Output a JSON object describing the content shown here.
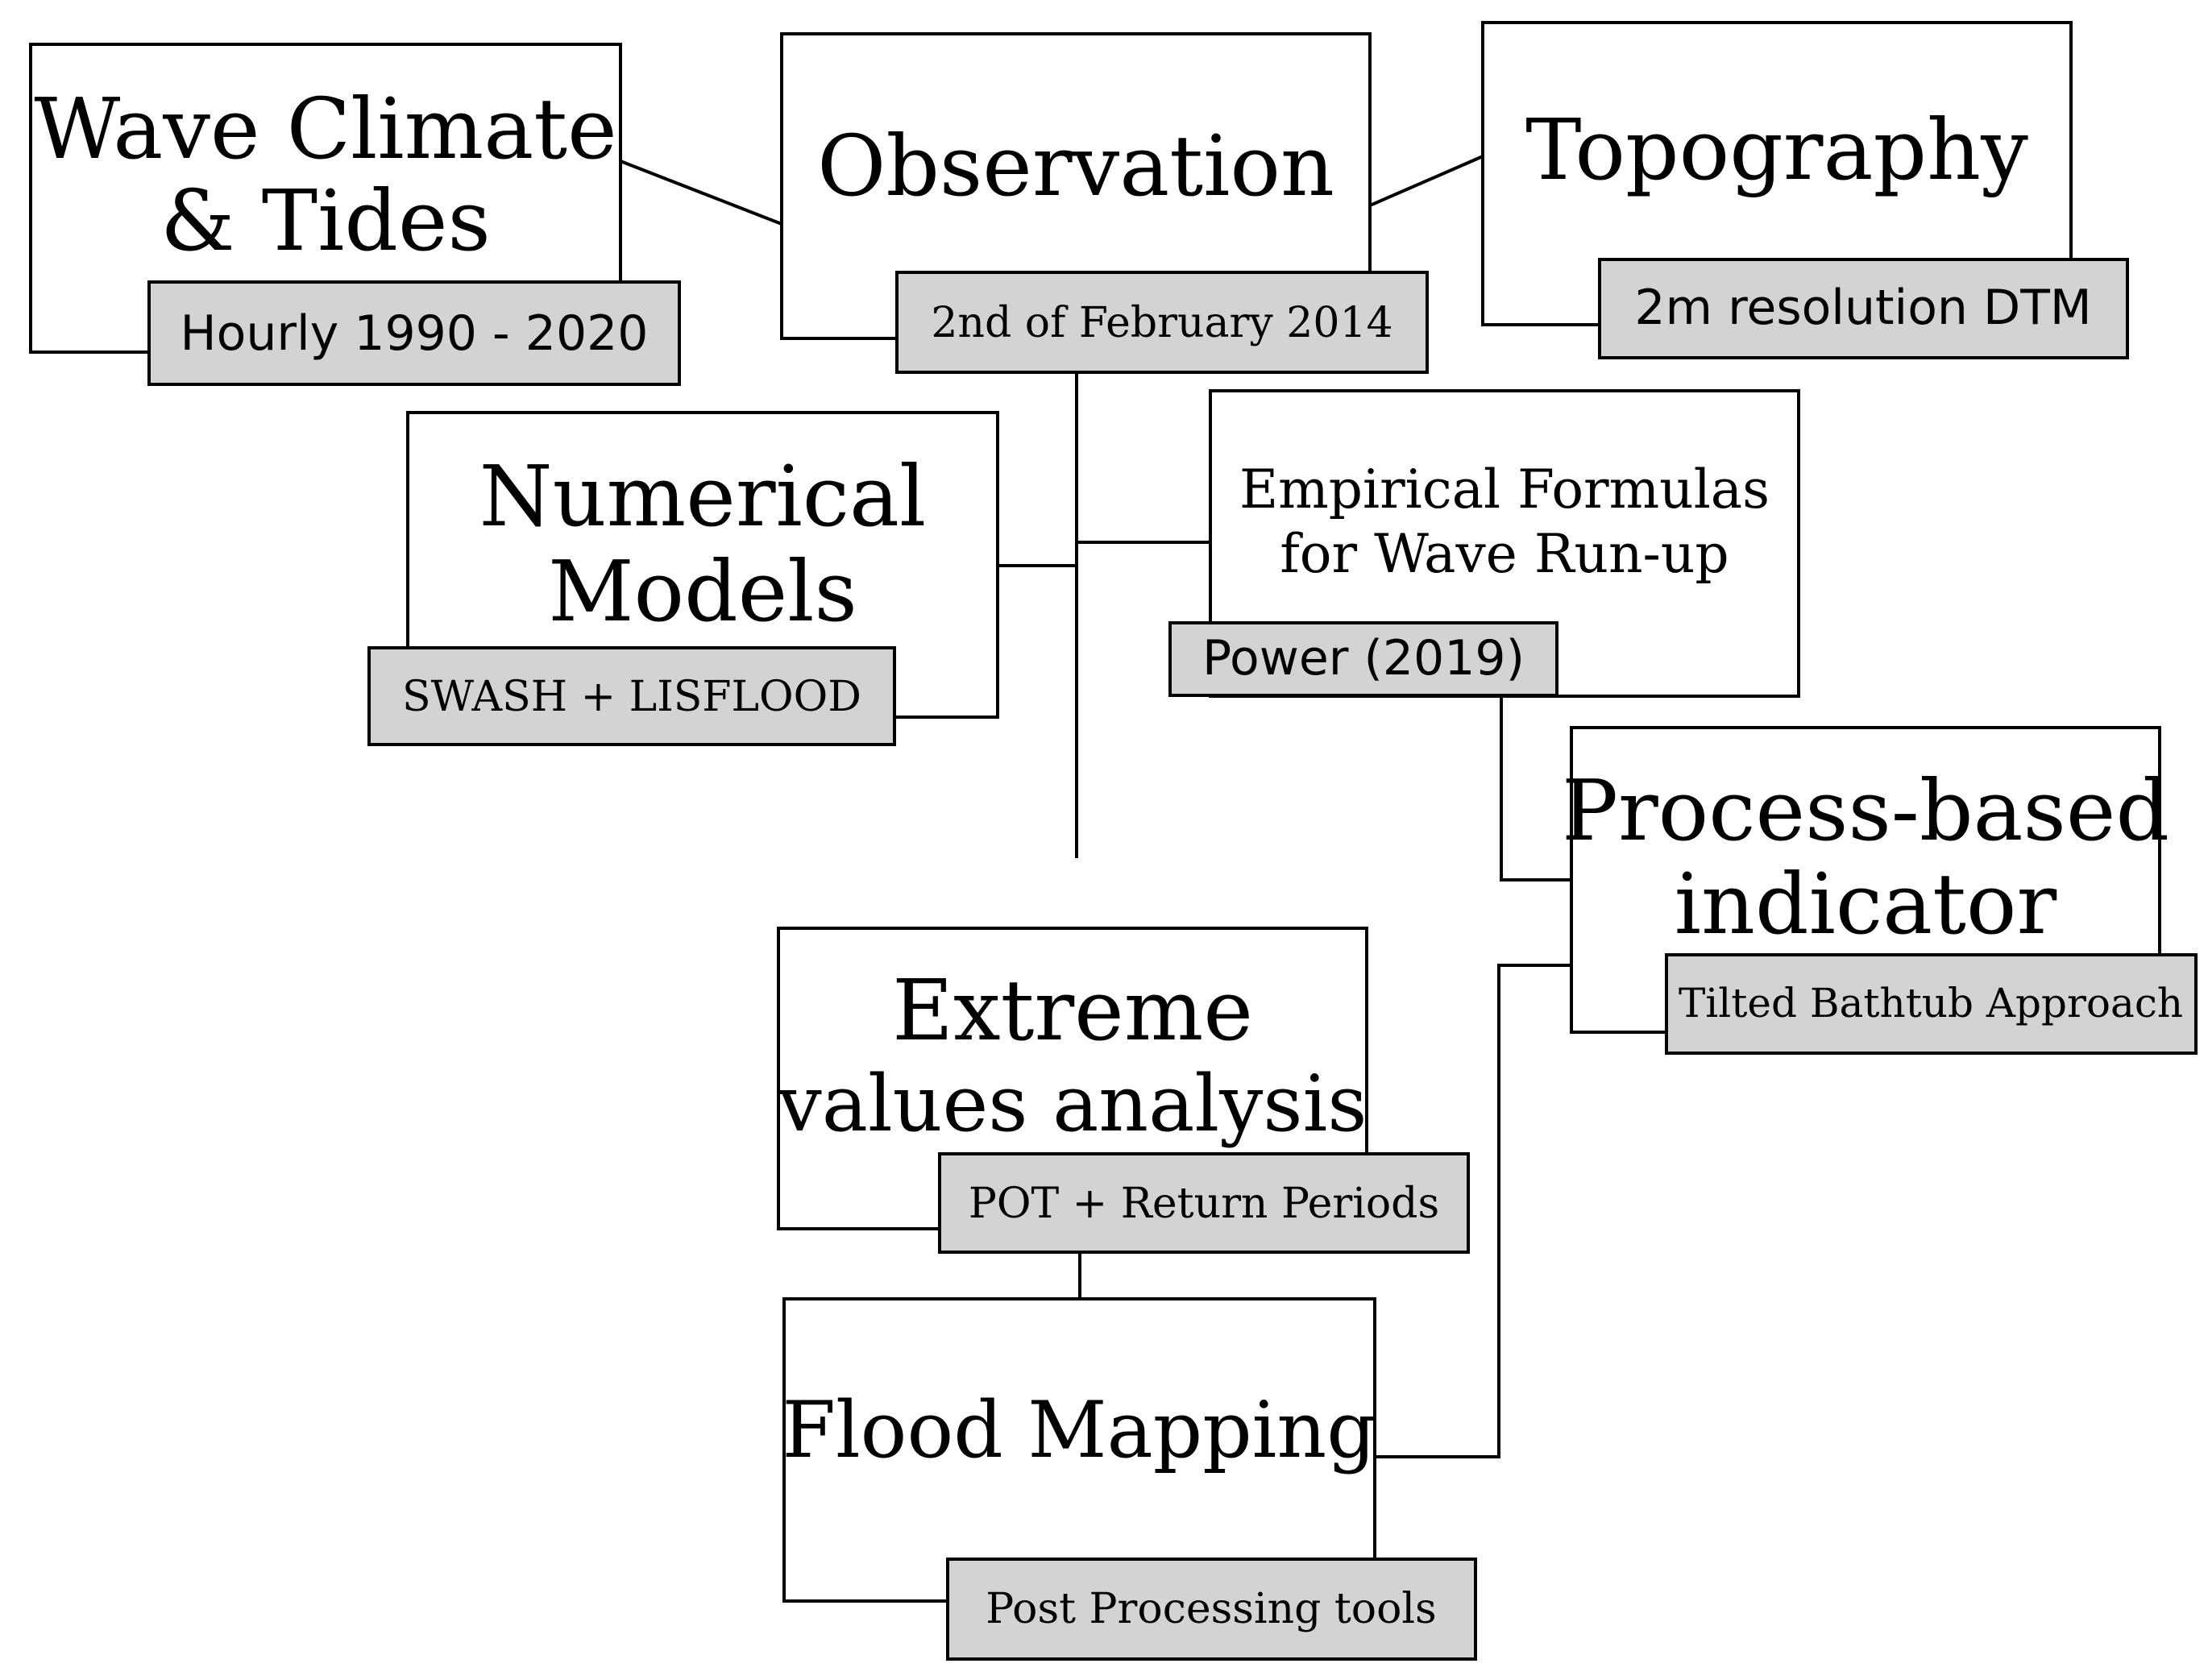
{
  "nodes": {
    "wave_climate": {
      "title_line1": "Wave Climate",
      "title_line2": "& Tides",
      "tag": "Hourly 1990 - 2020"
    },
    "observation": {
      "title": "Observation",
      "tag": "2nd of February 2014"
    },
    "topography": {
      "title": "Topography",
      "tag": "2m resolution DTM"
    },
    "numerical_models": {
      "title_line1": "Numerical",
      "title_line2": "Models",
      "tag": "SWASH + LISFLOOD"
    },
    "empirical_formulas": {
      "title_line1": "Empirical Formulas",
      "title_line2": "for Wave Run-up",
      "tag": "Power (2019)"
    },
    "process_based": {
      "title_line1": "Process-based",
      "title_line2": "indicator",
      "tag": "Tilted Bathtub Approach"
    },
    "extreme_values": {
      "title_line1": "Extreme",
      "title_line2": "values analysis",
      "tag": "POT + Return Periods"
    },
    "flood_mapping": {
      "title": "Flood Mapping",
      "tag": "Post Processing tools"
    }
  }
}
